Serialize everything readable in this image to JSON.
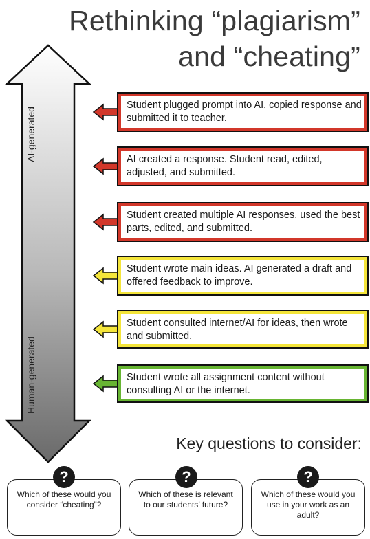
{
  "title": {
    "line1": "Rethinking “plagiarism”",
    "line2": "and “cheating”"
  },
  "axis": {
    "top_label": "AI-generated",
    "bottom_label": "Human-generated"
  },
  "levels": [
    {
      "text": "Student plugged prompt into AI, copied response and submitted it to teacher.",
      "color": "#d2372a"
    },
    {
      "text": "AI created a response. Student read, edited, adjusted, and submitted.",
      "color": "#d2372a"
    },
    {
      "text": "Student created multiple AI responses, used the best parts, edited, and submitted.",
      "color": "#d2372a"
    },
    {
      "text": "Student wrote main ideas. AI generated a draft and offered feedback to improve.",
      "color": "#f4e53a"
    },
    {
      "text": "Student consulted internet/AI for ideas, then wrote and submitted.",
      "color": "#f4e53a"
    },
    {
      "text": "Student wrote all assignment content without consulting AI or the internet.",
      "color": "#67b532"
    }
  ],
  "key_questions": {
    "heading": "Key questions to consider:",
    "icon": "question-mark-icon",
    "items": [
      "Which of these would you consider “cheating”?",
      "Which of these is relevant to our students’ future?",
      "Which of these would you use in your work as an adult?"
    ]
  }
}
